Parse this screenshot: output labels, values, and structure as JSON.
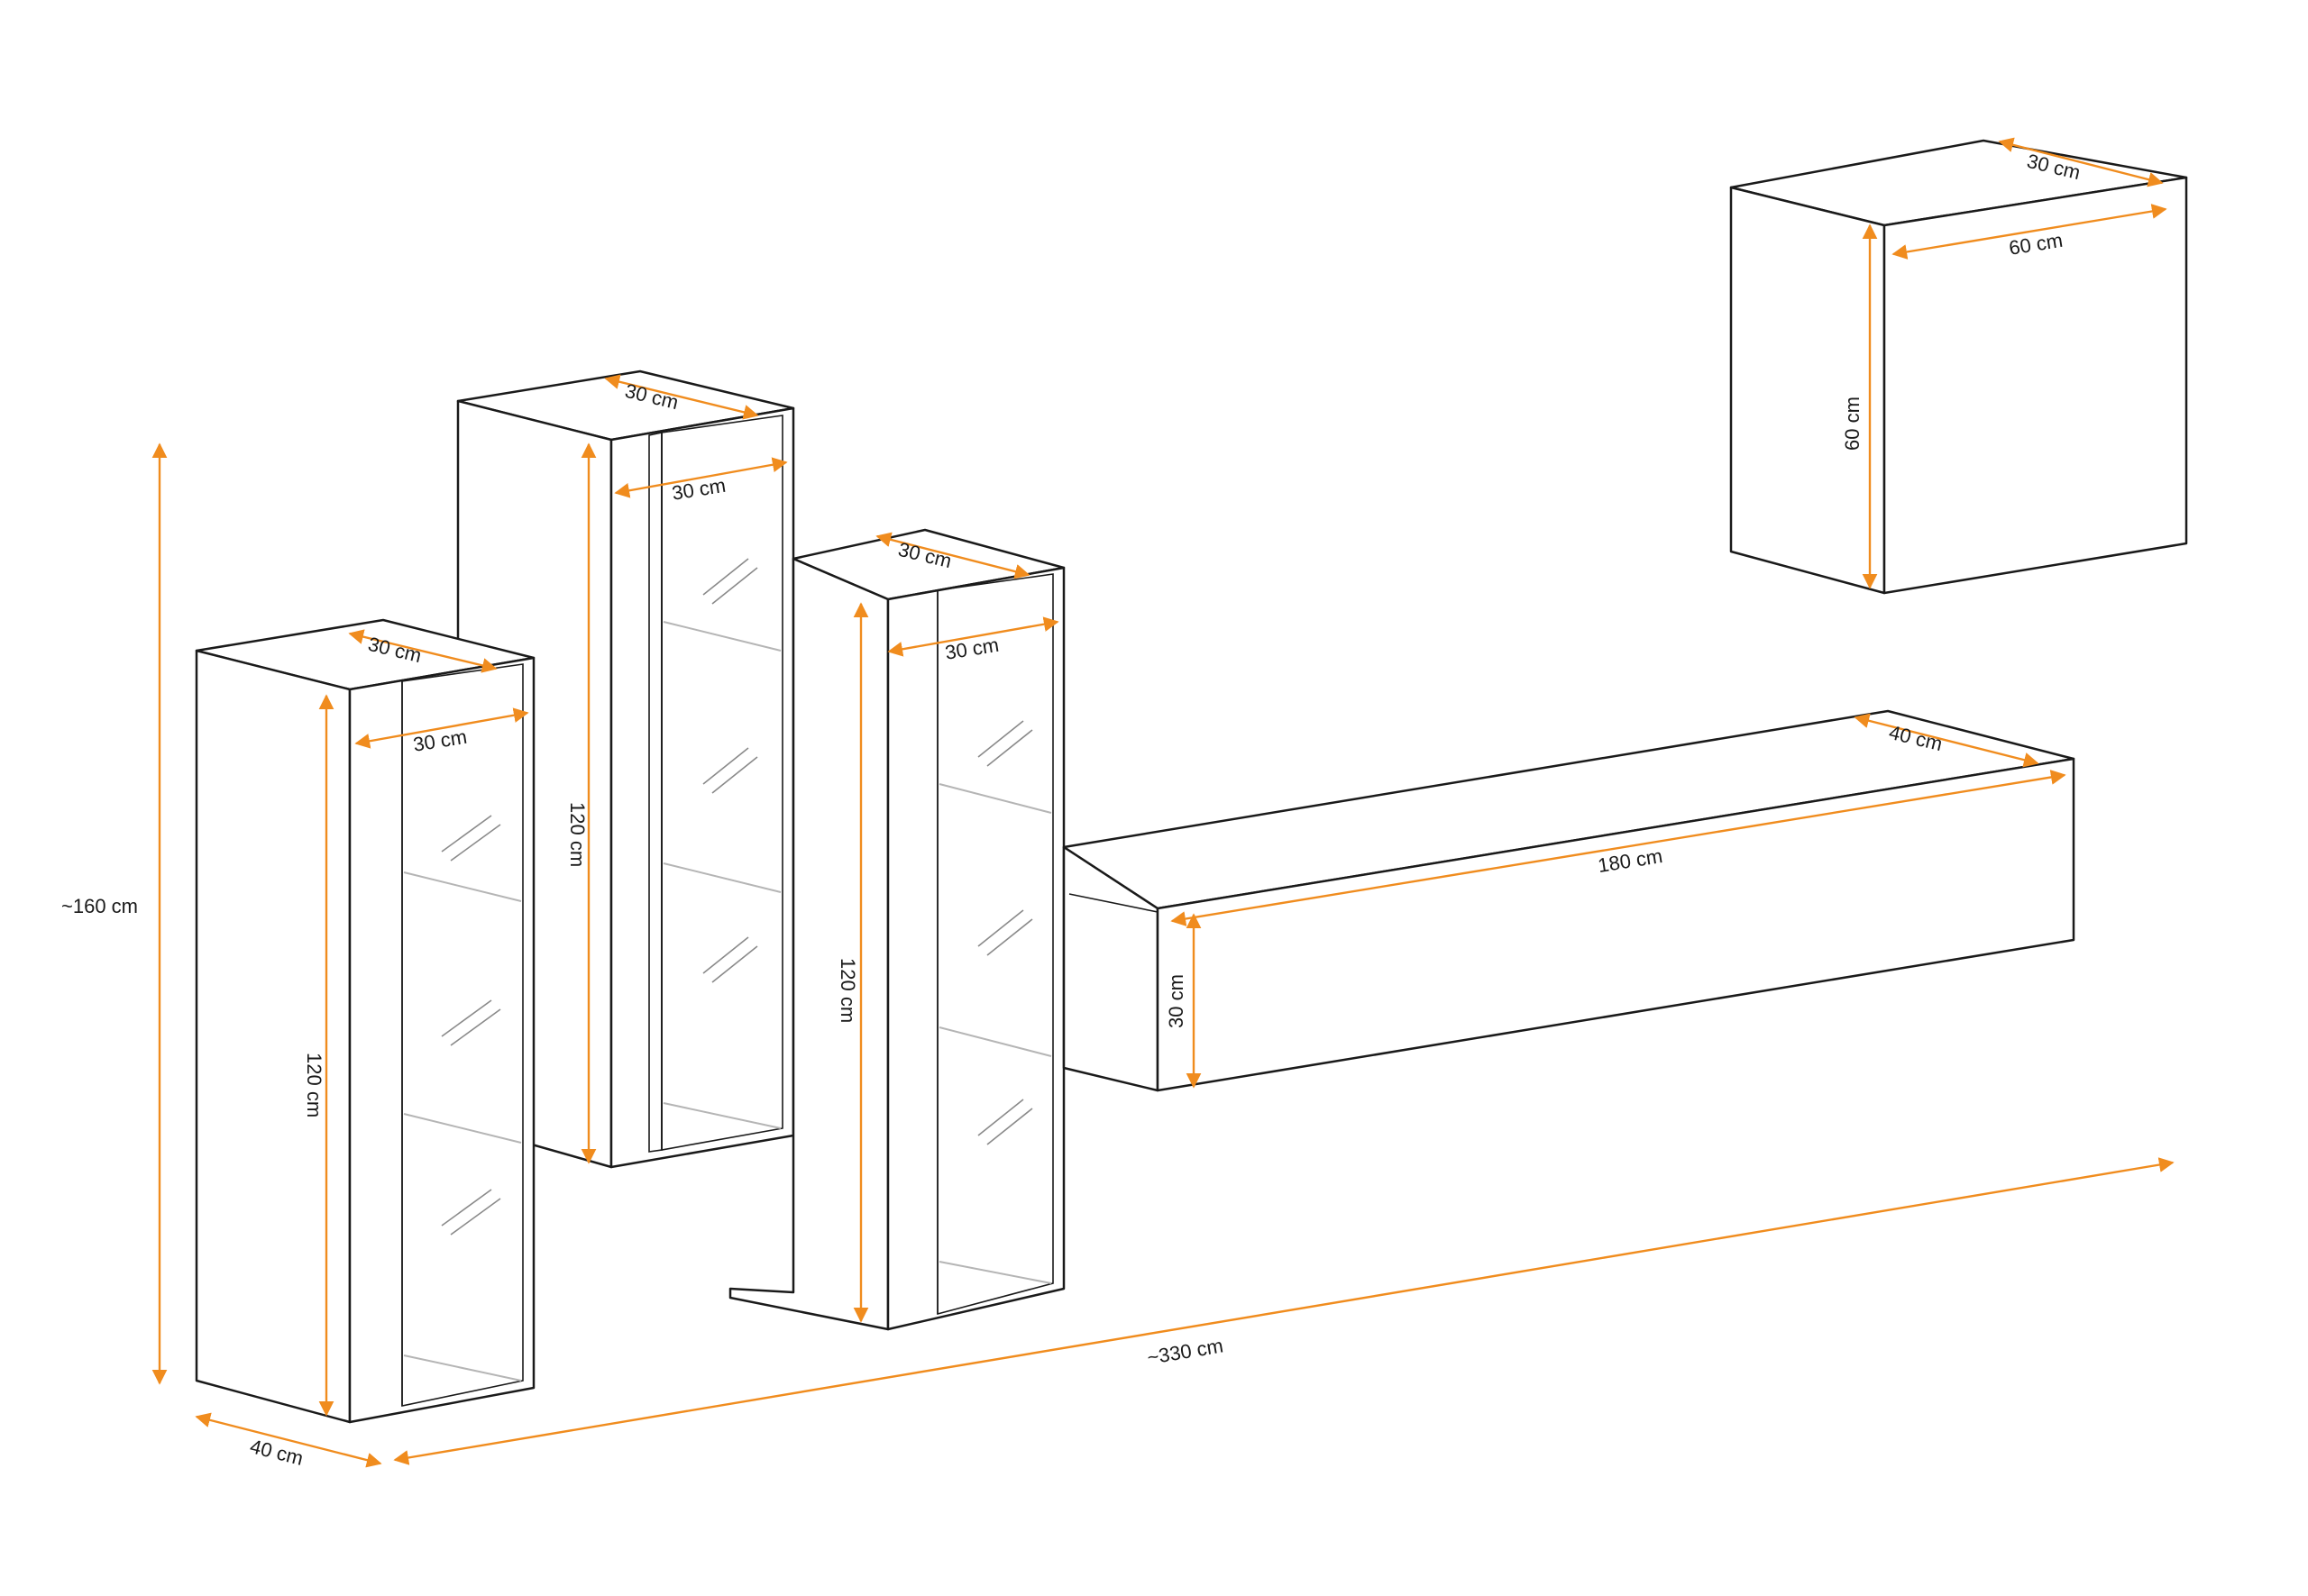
{
  "colors": {
    "accent": "#f08c1e",
    "outline": "#1a1a1a"
  },
  "labels": {
    "overall_height": "~160 cm",
    "overall_width": "~330 cm",
    "overall_depth": "40 cm",
    "cab1_top_depth": "30 cm",
    "cab1_front_width": "30 cm",
    "cab1_height": "120 cm",
    "cab2_top_depth": "30 cm",
    "cab2_front_width": "30 cm",
    "cab2_height": "120 cm",
    "cab3_top_depth": "30 cm",
    "cab3_front_width": "30 cm",
    "cab3_height": "120 cm",
    "box_top_depth": "30 cm",
    "box_width": "60 cm",
    "box_height": "60 cm",
    "lowboard_depth": "40 cm",
    "lowboard_width": "180 cm",
    "lowboard_height": "30 cm"
  }
}
